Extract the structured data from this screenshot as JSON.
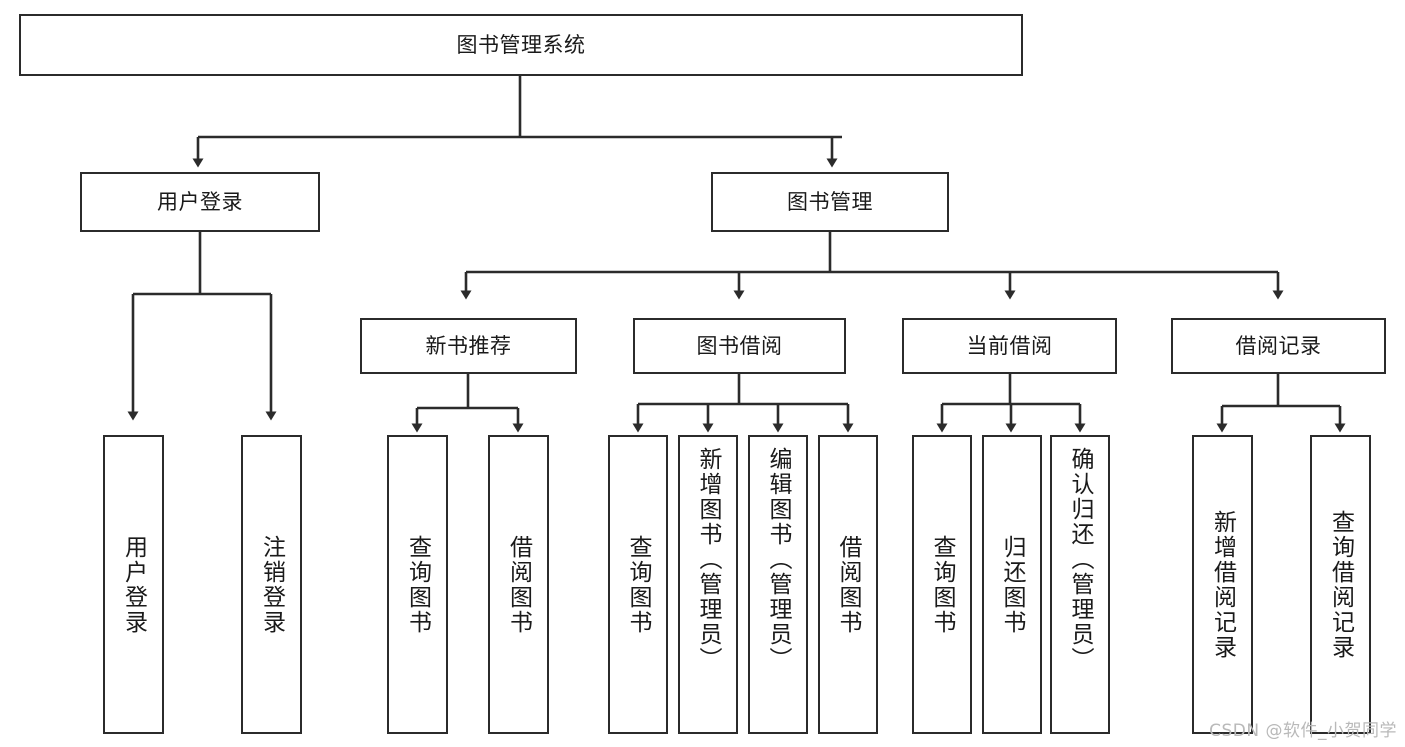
{
  "diagram": {
    "title": "图书管理系统",
    "type": "tree-hierarchy",
    "watermark": "CSDN @软件_小贺同学",
    "colors": {
      "node_border": "#2b2b2b",
      "node_fill": "#ffffff",
      "connector": "#2b2b2b",
      "text": "#1a1a1a",
      "watermark": "#b9b9b9",
      "background": "#ffffff"
    },
    "nodes": {
      "root": {
        "label": "图书管理系统"
      },
      "level1": [
        {
          "id": "user-login",
          "label": "用户登录"
        },
        {
          "id": "book-management",
          "label": "图书管理"
        }
      ],
      "level2": [
        {
          "id": "new-book-recommend",
          "label": "新书推荐"
        },
        {
          "id": "book-borrow",
          "label": "图书借阅"
        },
        {
          "id": "current-borrow",
          "label": "当前借阅"
        },
        {
          "id": "borrow-record",
          "label": "借阅记录"
        }
      ],
      "leaves": {
        "user_login": [
          {
            "id": "leaf-user-login",
            "label": "用户登录"
          },
          {
            "id": "leaf-logout-login",
            "label": "注销登录"
          }
        ],
        "new_book_recommend": [
          {
            "id": "leaf-query-book-1",
            "label": "查询图书"
          },
          {
            "id": "leaf-borrow-book-1",
            "label": "借阅图书"
          }
        ],
        "book_borrow": [
          {
            "id": "leaf-query-book-2",
            "label": "查询图书"
          },
          {
            "id": "leaf-add-book",
            "label": "新增图书（管理员）"
          },
          {
            "id": "leaf-edit-book",
            "label": "编辑图书（管理员）"
          },
          {
            "id": "leaf-borrow-book-2",
            "label": "借阅图书"
          }
        ],
        "current_borrow": [
          {
            "id": "leaf-query-book-3",
            "label": "查询图书"
          },
          {
            "id": "leaf-return-book",
            "label": "归还图书"
          },
          {
            "id": "leaf-confirm-return",
            "label": "确认归还（管理员）"
          }
        ],
        "borrow_record": [
          {
            "id": "leaf-add-record",
            "label": "新增借阅记录"
          },
          {
            "id": "leaf-query-record",
            "label": "查询借阅记录"
          }
        ]
      }
    }
  }
}
